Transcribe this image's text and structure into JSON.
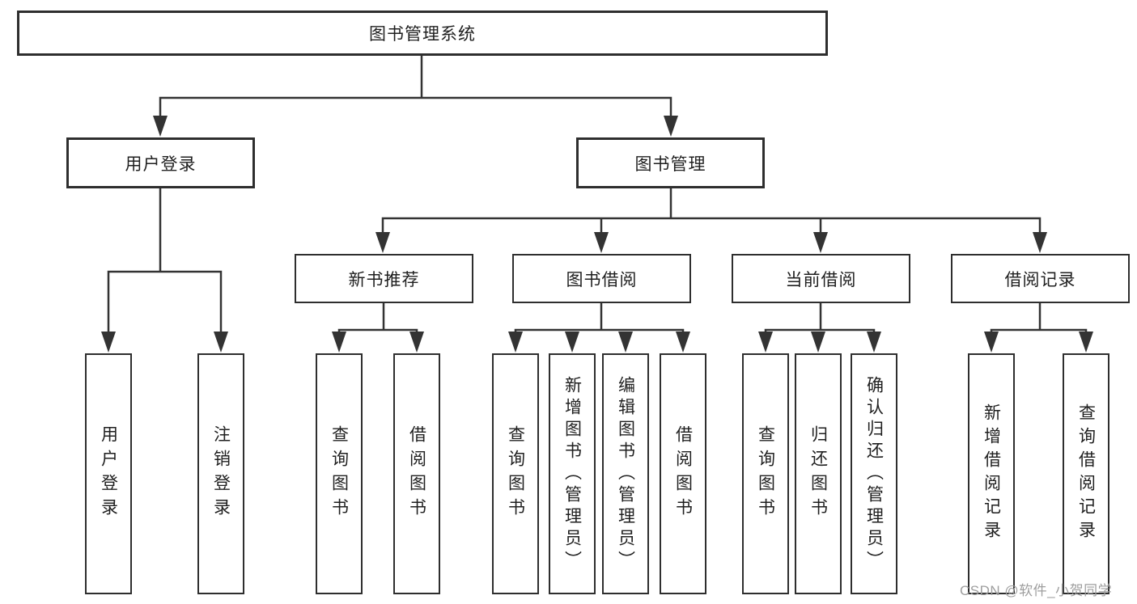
{
  "diagram_title": "图书管理系统",
  "tree": {
    "root": {
      "label": "图书管理系统",
      "children": [
        {
          "label": "用户登录",
          "children": [
            {
              "label": "用户登录"
            },
            {
              "label": "注销登录"
            }
          ]
        },
        {
          "label": "图书管理",
          "children": [
            {
              "label": "新书推荐",
              "children": [
                {
                  "label": "查询图书"
                },
                {
                  "label": "借阅图书"
                }
              ]
            },
            {
              "label": "图书借阅",
              "children": [
                {
                  "label": "查询图书"
                },
                {
                  "label": "新增图书（管理员）"
                },
                {
                  "label": "编辑图书（管理员）"
                },
                {
                  "label": "借阅图书"
                }
              ]
            },
            {
              "label": "当前借阅",
              "children": [
                {
                  "label": "查询图书"
                },
                {
                  "label": "归还图书"
                },
                {
                  "label": "确认归还（管理员）"
                }
              ]
            },
            {
              "label": "借阅记录",
              "children": [
                {
                  "label": "新增借阅记录"
                },
                {
                  "label": "查询借阅记录"
                }
              ]
            }
          ]
        }
      ]
    }
  },
  "watermark": {
    "text": "CSDN @软件_小贺同学"
  },
  "colors": {
    "line": "#333333",
    "box_border": "#2e2e2e",
    "text": "#1f1f1f",
    "watermark": "#9e9e9e",
    "background": "#ffffff"
  }
}
